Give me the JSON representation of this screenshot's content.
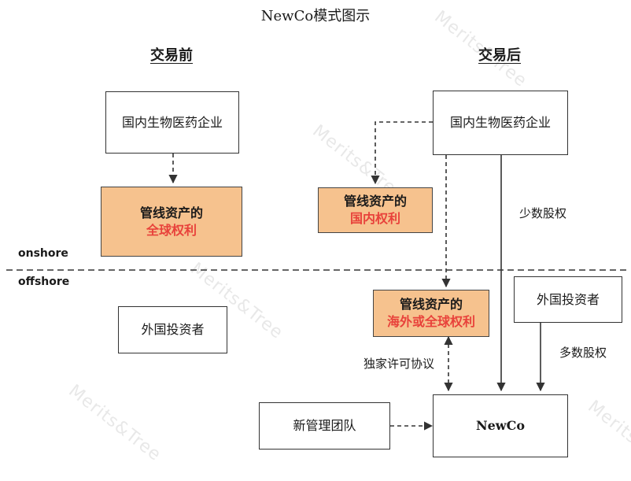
{
  "title": "NewCo模式图示",
  "before": {
    "header": "交易前",
    "company": "国内生物医药企业",
    "asset_line1": "管线资产的",
    "asset_line2": "全球权利",
    "investor": "外国投资者"
  },
  "after": {
    "header": "交易后",
    "company": "国内生物医药企业",
    "asset_domestic_line1": "管线资产的",
    "asset_domestic_line2": "国内权利",
    "asset_overseas_line1": "管线资产的",
    "asset_overseas_line2": "海外或全球权利",
    "investor": "外国投资者",
    "team": "新管理团队",
    "newco": "NewCo",
    "minority": "少数股权",
    "majority": "多数股权",
    "license": "独家许可协议"
  },
  "zones": {
    "onshore": "onshore",
    "offshore": "offshore"
  },
  "watermark": "Merits&Tree",
  "colors": {
    "asset_fill": "#f6c28e",
    "highlight_text": "#e8423b"
  }
}
